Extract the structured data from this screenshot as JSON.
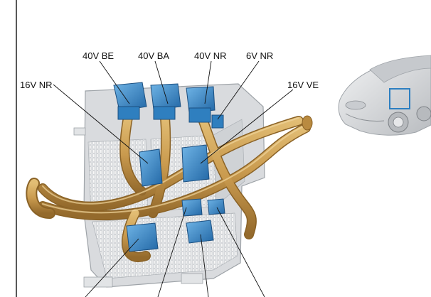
{
  "callouts": {
    "c1": "40V BE",
    "c2": "40V BA",
    "c3": "40V NR",
    "c4": "6V NR",
    "c5": "16V NR",
    "c6": "16V VE"
  },
  "colors": {
    "connector_blue": "#2f7fbf",
    "connector_blue_light": "#66aee0",
    "harness_tan": "#c99a4e",
    "harness_tan_dark": "#8a6226",
    "housing_grey": "#d9dbde",
    "housing_edge": "#9ea3a8",
    "car_body": "#d6d8db",
    "locator_box": "#2d7fc1"
  },
  "icons": {
    "vehicle": "car-locator-icon"
  }
}
